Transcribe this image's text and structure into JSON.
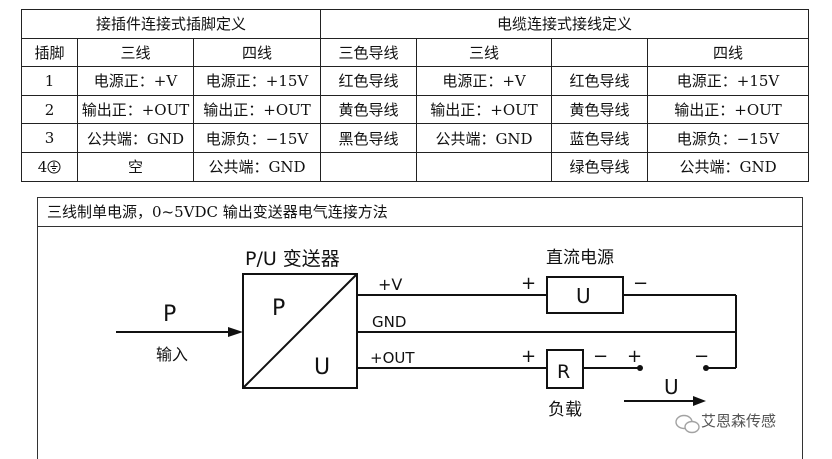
{
  "table": {
    "header1": {
      "left": "接插件连接式插脚定义",
      "right": "电缆连接式接线定义"
    },
    "header2": {
      "pin": "插脚",
      "three_wire": "三线",
      "four_wire": "四线",
      "three_color": "三色导线",
      "three_wire_b": "三线",
      "blank": "",
      "four_wire_b": "四线"
    },
    "rows": [
      {
        "pin": "1",
        "three": "电源正：+V",
        "four": "电源正：+15V",
        "color3": "红色导线",
        "cable3": "电源正：+V",
        "color4": "红色导线",
        "cable4": "电源正：+15V"
      },
      {
        "pin": "2",
        "three": "输出正：+OUT",
        "four": "输出正：+OUT",
        "color3": "黄色导线",
        "cable3": "输出正：+OUT",
        "color4": "黄色导线",
        "cable4": "输出正：+OUT"
      },
      {
        "pin": "3",
        "three": "公共端：GND",
        "four": "电源负：−15V",
        "color3": "黑色导线",
        "cable3": "公共端：GND",
        "color4": "蓝色导线",
        "cable4": "电源负：−15V"
      },
      {
        "pin": "4",
        "three": "空",
        "four": "公共端：GND",
        "color3": "",
        "cable3": "",
        "color4": "绿色导线",
        "cable4": "公共端：GND"
      }
    ]
  },
  "diagram": {
    "title": "三线制单电源，0~5VDC 输出变送器电气连接方法",
    "transmitter_label": "P/U 变送器",
    "block_p": "P",
    "block_u": "U",
    "input_p": "P",
    "input_label": "输入",
    "wire_v": "+V",
    "wire_gnd": "GND",
    "wire_out": "+OUT",
    "dc_source_label": "直流电源",
    "source_symbol": "U",
    "source_plus": "+",
    "source_minus": "−",
    "load_symbol": "R",
    "load_plus": "+",
    "load_minus": "−",
    "load_label": "负载",
    "out_plus": "+",
    "out_minus": "−",
    "output_u": "U"
  },
  "watermark": "艾恩森传感"
}
